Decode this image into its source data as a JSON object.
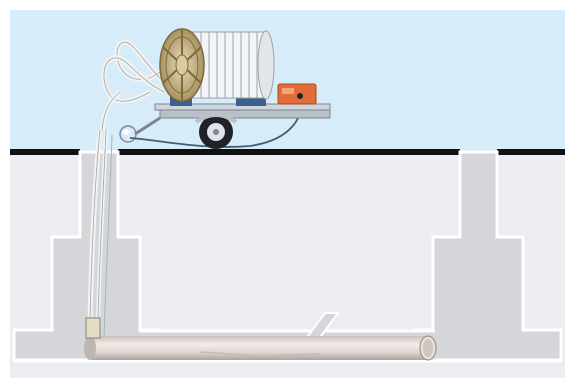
{
  "diagram": {
    "description_labels": [],
    "colors": {
      "sky": "#d6ecf8",
      "ground": "#ecedf0",
      "ground_surface": "#111111",
      "shaft_fill": "#d4d6d9",
      "shaft_outline": "#ffffff",
      "pipe": "#e8e0dc",
      "pipe_shadow": "#a9a29e",
      "trailer_deck": "#b9c0c8",
      "drum_blue": "#3f5f8f",
      "tube_white": "#f6f6f4",
      "control_box": "#e26d3a",
      "reel_flange": "#c9b48a"
    },
    "components": [
      "trailer",
      "hose-reel",
      "liner-tube",
      "control-box",
      "manhole-left",
      "manhole-right",
      "sewer-pipe",
      "branch-connection",
      "inversion-head"
    ]
  }
}
